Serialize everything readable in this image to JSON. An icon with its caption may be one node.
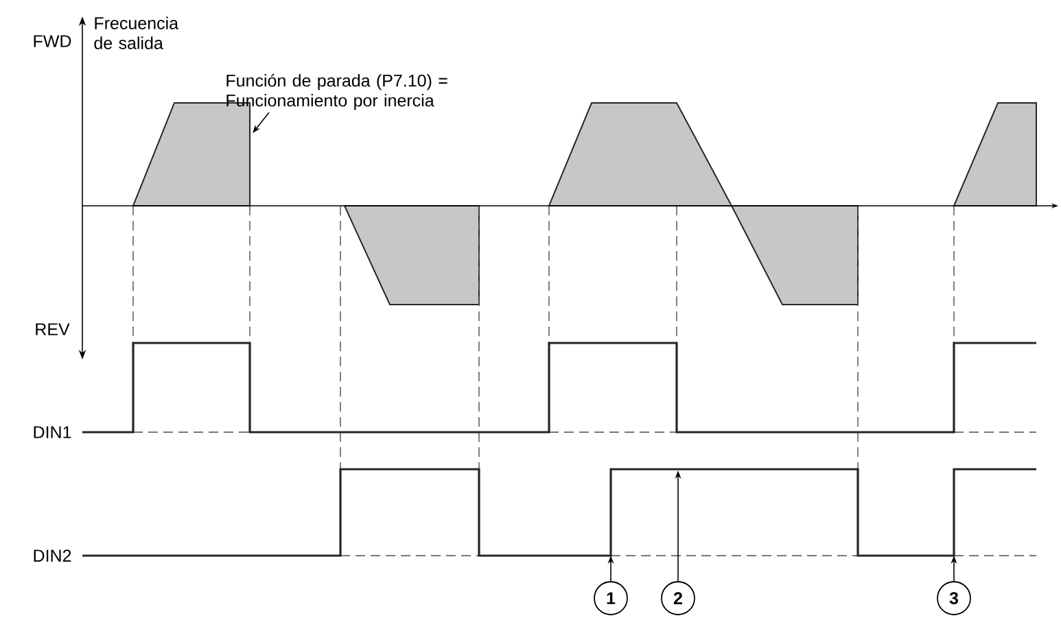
{
  "diagram": {
    "nodes": [
      {
        "text": [
          "Función de parada (P7.10) = Funcionamiento por inercia"
        ]
      },
      {
        "text": [
          "1"
        ]
      },
      {
        "text": [
          "2"
        ]
      },
      {
        "text": [
          "3"
        ]
      }
    ],
    "edges": [
      {
        "from": 0,
        "to": null,
        "arrow": "to"
      },
      {
        "from": 1,
        "to": null,
        "arrow": "to"
      },
      {
        "from": 2,
        "to": null,
        "arrow": "to"
      },
      {
        "from": 3,
        "to": null,
        "arrow": "to"
      }
    ],
    "labels": [
      "FWD",
      "Frecuencia de salida",
      "REV",
      "DIN1",
      "DIN2"
    ]
  }
}
